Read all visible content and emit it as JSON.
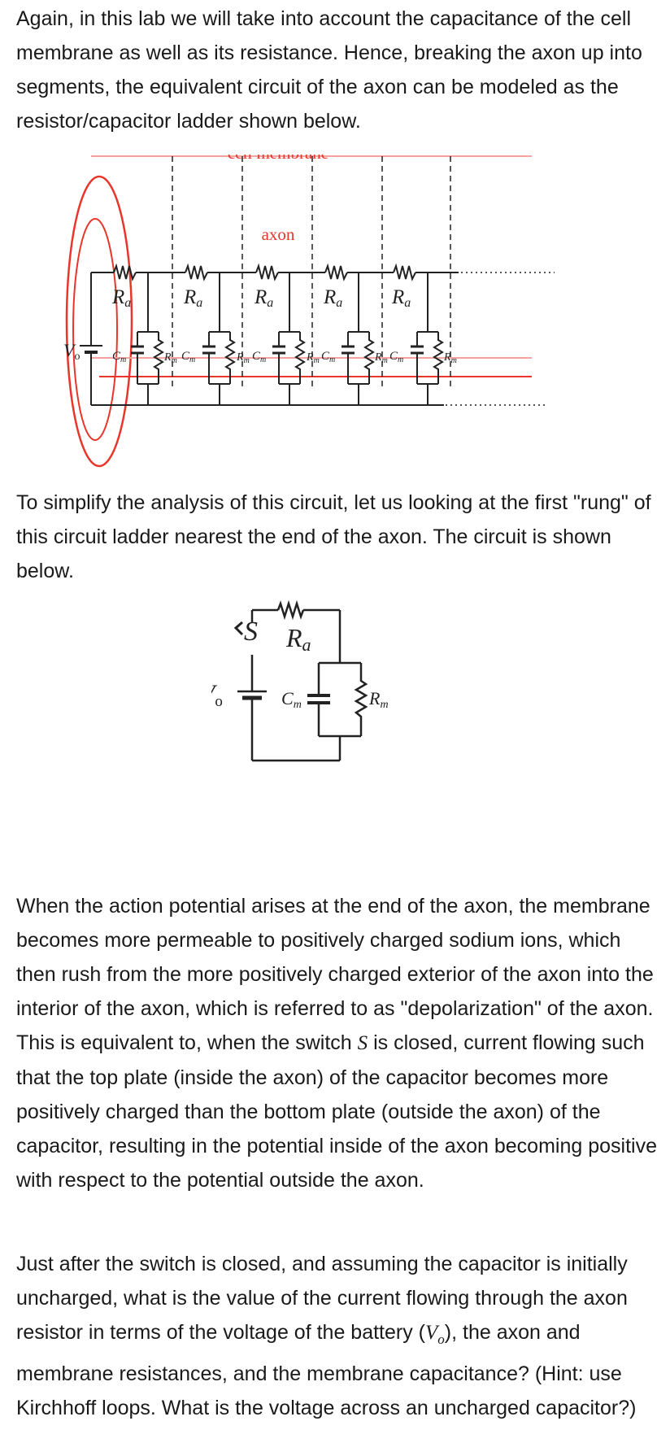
{
  "paragraphs": {
    "p1": "Again, in this lab we will take into account the capacitance of the cell membrane as well as its resistance.  Hence, breaking the axon up into segments, the equivalent circuit of the axon can be modeled as the resistor/capacitor ladder shown below.",
    "p2": "To simplify the analysis of this circuit, let us looking at the first \"rung\" of this circuit ladder nearest the end of the axon.  The circuit is shown below.",
    "p3_before": "When the action potential arises at the end of the axon, the membrane becomes more permeable to positively charged sodium ions, which then rush from the more positively charged exterior of the axon into the interior of the axon, which is referred to as \"depolarization\" of the axon.  This is equivalent to, when the switch ",
    "p3_symbol": "S",
    "p3_after": " is closed, current flowing such that the top plate (inside the axon) of the capacitor becomes more positively charged than the bottom plate (outside the axon) of the capacitor, resulting in the potential inside of the axon becoming positive with respect to the potential outside the axon.",
    "p4_before": "Just after the switch is closed, and assuming the capacitor is initially uncharged, what is the value of the current flowing through the axon resistor in terms of the voltage of the battery (",
    "p4_symbol": "V",
    "p4_sub": "o",
    "p4_after": "), the axon and membrane resistances, and the membrane capacitance? (Hint: use Kirchhoff loops.  What is the voltage across an uncharged capacitor?)"
  },
  "figure1": {
    "label_membrane": "cell membrane",
    "label_axon": "axon",
    "ra_label": "R",
    "ra_sub": "a",
    "rm_label": "R",
    "rm_sub": "m",
    "cm_label": "C",
    "cm_sub": "m",
    "v_label": "V",
    "v_sub": "o",
    "membrane_color": "#e8362a",
    "membrane_light_color": "#f4a3a0"
  },
  "figure2": {
    "switch_label": "S",
    "ra_label": "R",
    "ra_sub": "a",
    "rm_label": "R",
    "rm_sub": "m",
    "cm_label": "C",
    "cm_sub": "m",
    "v_label": "V",
    "v_sub": "o"
  }
}
